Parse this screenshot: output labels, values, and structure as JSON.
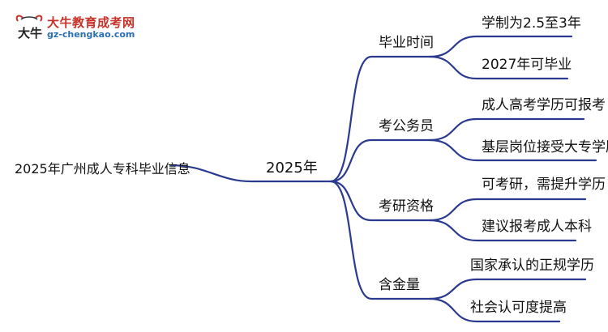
{
  "logo": {
    "title": "大牛教育成考网",
    "url": "gz-chengkao.com",
    "mark_text": "大牛",
    "accent": "#c8322a",
    "url_color": "#2a6fb0"
  },
  "colors": {
    "line": "#2b3a8f",
    "text": "#111111"
  },
  "mindmap": {
    "root": "2025年广州成人专科毕业信息",
    "center": "2025年",
    "branches": [
      {
        "label": "毕业时间",
        "children": [
          "学制为2.5至3年",
          "2027年可毕业"
        ]
      },
      {
        "label": "考公务员",
        "children": [
          "成人高考学历可报考",
          "基层岗位接受大专学历"
        ]
      },
      {
        "label": "考研资格",
        "children": [
          "可考研，需提升学历",
          "建议报考成人本科"
        ]
      },
      {
        "label": "含金量",
        "children": [
          "国家承认的正规学历",
          "社会认可度提高"
        ]
      }
    ]
  }
}
